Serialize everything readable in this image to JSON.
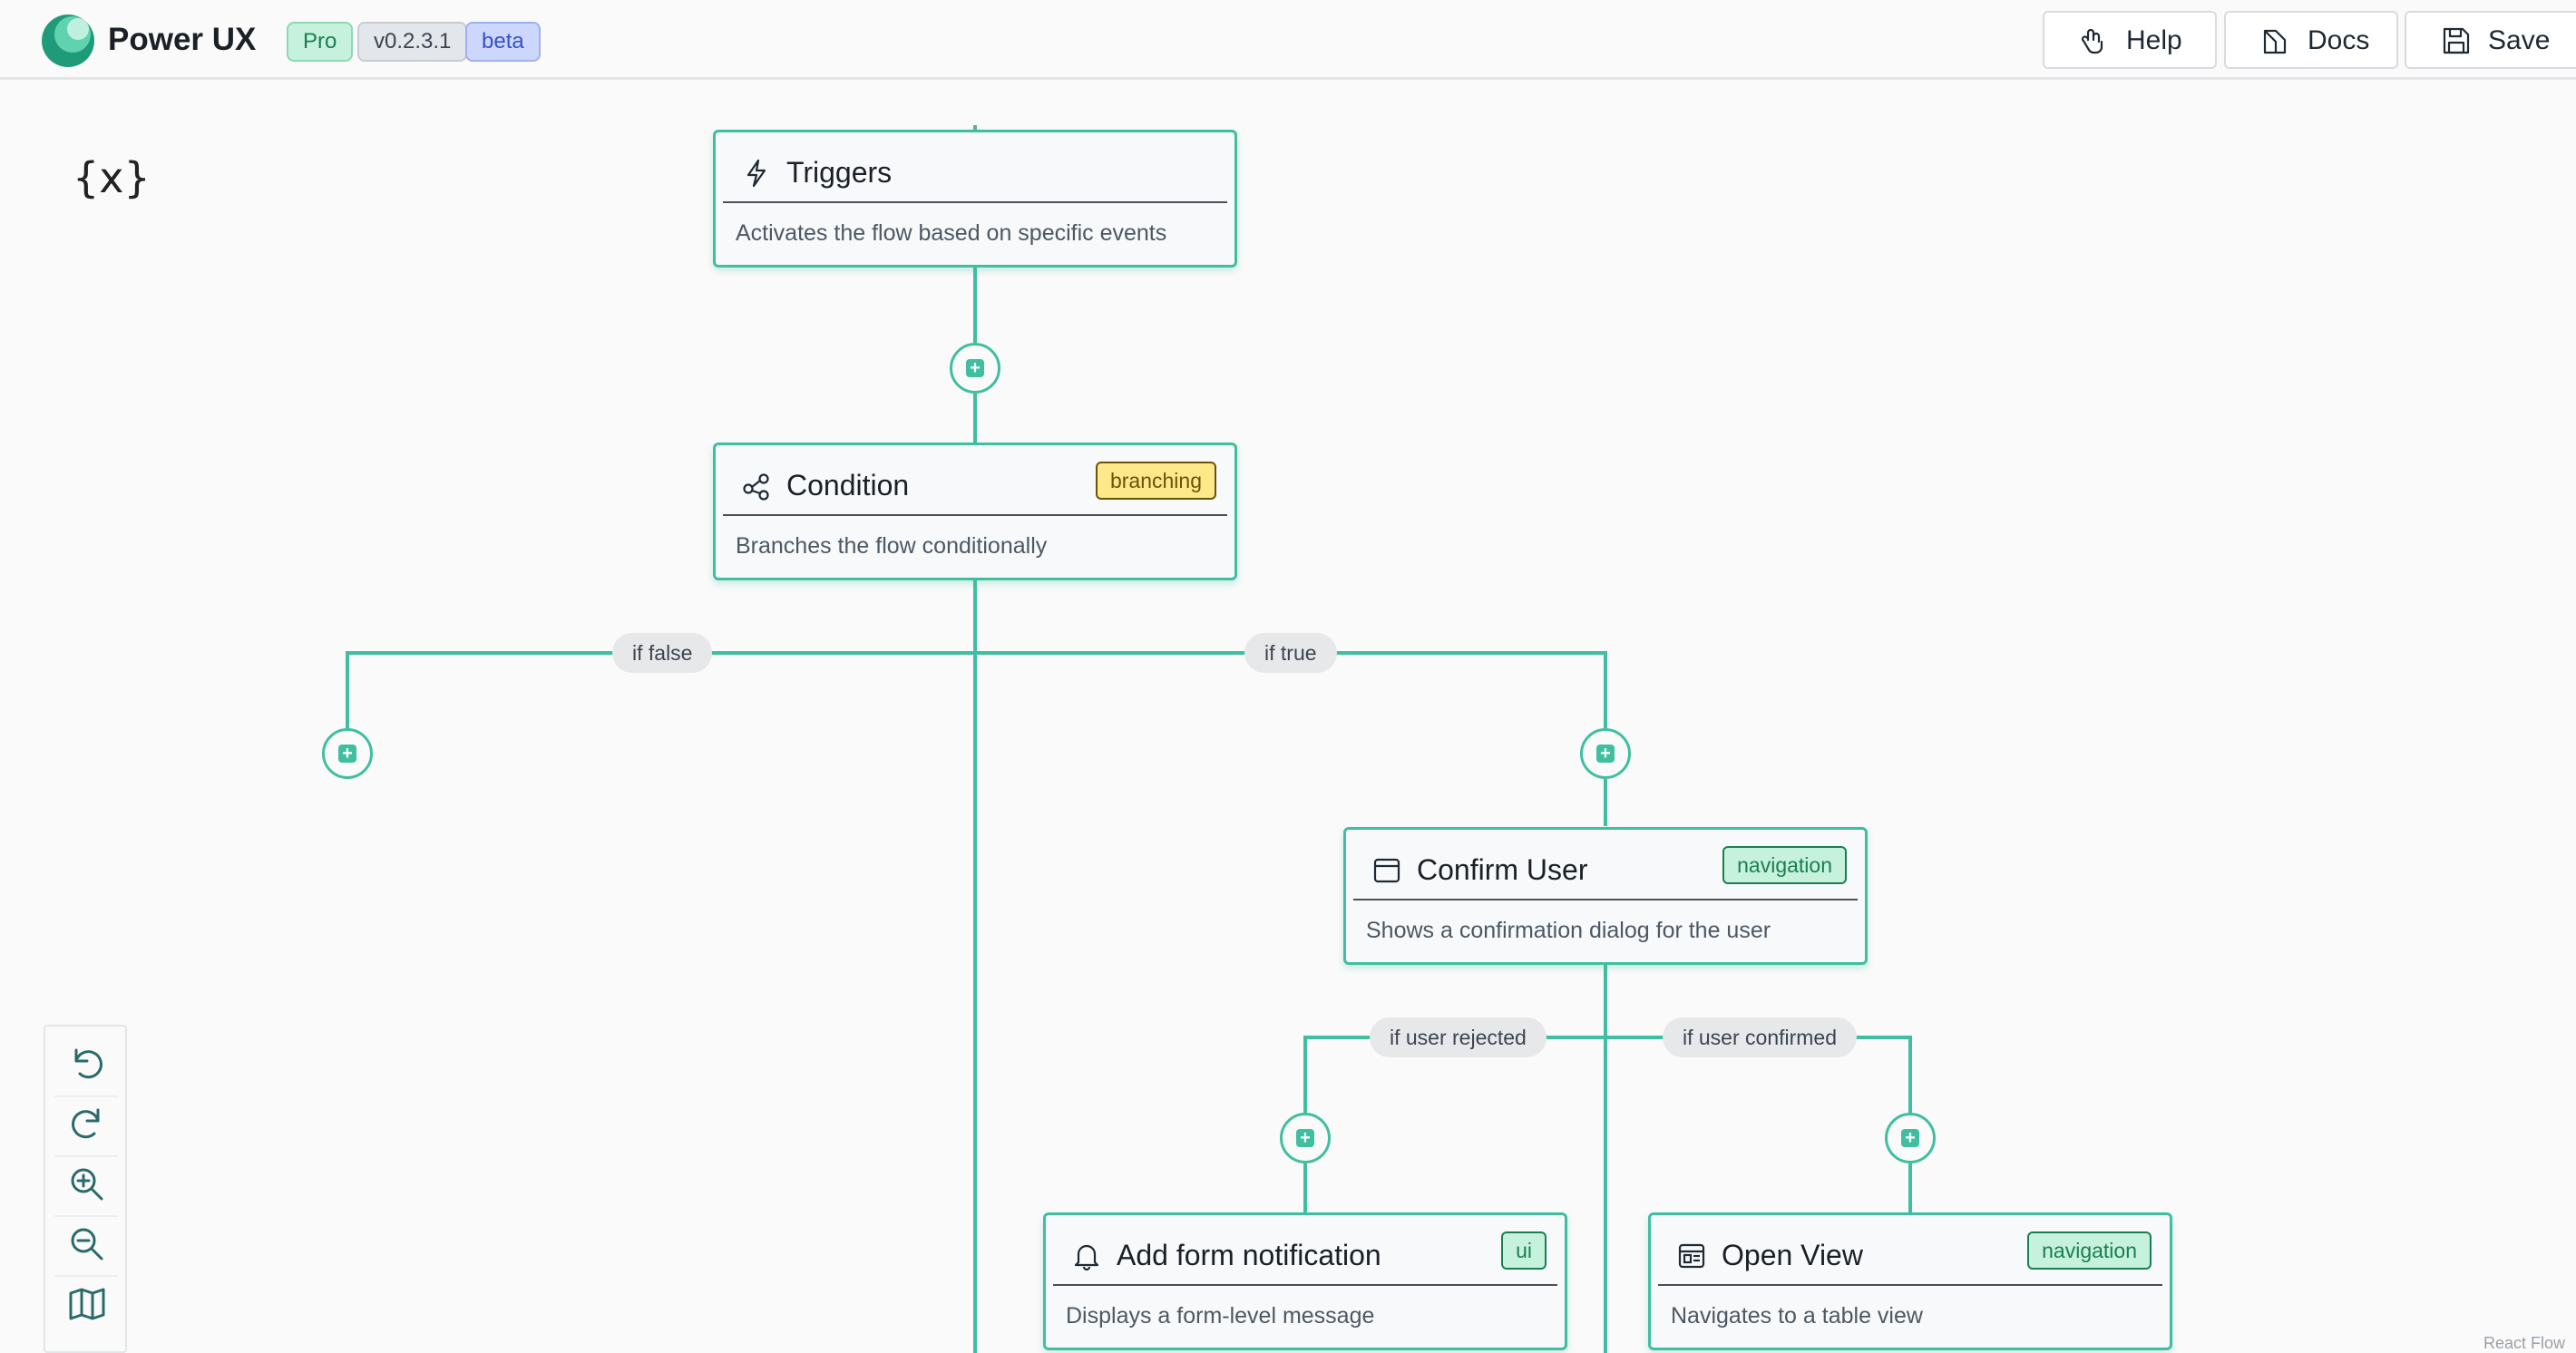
{
  "header": {
    "app_title": "Power UX",
    "badges": {
      "pro": "Pro",
      "version": "v0.2.3.1",
      "beta": "beta"
    },
    "buttons": {
      "help": "Help",
      "docs": "Docs",
      "save": "Save"
    }
  },
  "canvas": {
    "variables_icon": "{x}",
    "nodes": {
      "triggers": {
        "title": "Triggers",
        "description": "Activates the flow based on specific events",
        "icon": "lightning-icon"
      },
      "condition": {
        "title": "Condition",
        "description": "Branches the flow conditionally",
        "tag": "branching",
        "icon": "branch-icon"
      },
      "confirm_user": {
        "title": "Confirm User",
        "description": "Shows a confirmation dialog for the user",
        "tag": "navigation",
        "icon": "window-icon"
      },
      "add_form_notification": {
        "title": "Add form notification",
        "description": "Displays a form-level message",
        "tag": "ui",
        "icon": "bell-icon"
      },
      "open_view": {
        "title": "Open View",
        "description": "Navigates to a table view",
        "tag": "navigation",
        "icon": "table-view-icon"
      }
    },
    "edge_labels": {
      "if_false": "if false",
      "if_true": "if true",
      "if_user_rejected": "if user rejected",
      "if_user_confirmed": "if user confirmed"
    },
    "attribution": "React Flow"
  },
  "controls": [
    "undo",
    "redo",
    "zoom-in",
    "zoom-out",
    "minimap"
  ],
  "colors": {
    "accent": "#3fbfa0",
    "background": "#fafafa"
  }
}
